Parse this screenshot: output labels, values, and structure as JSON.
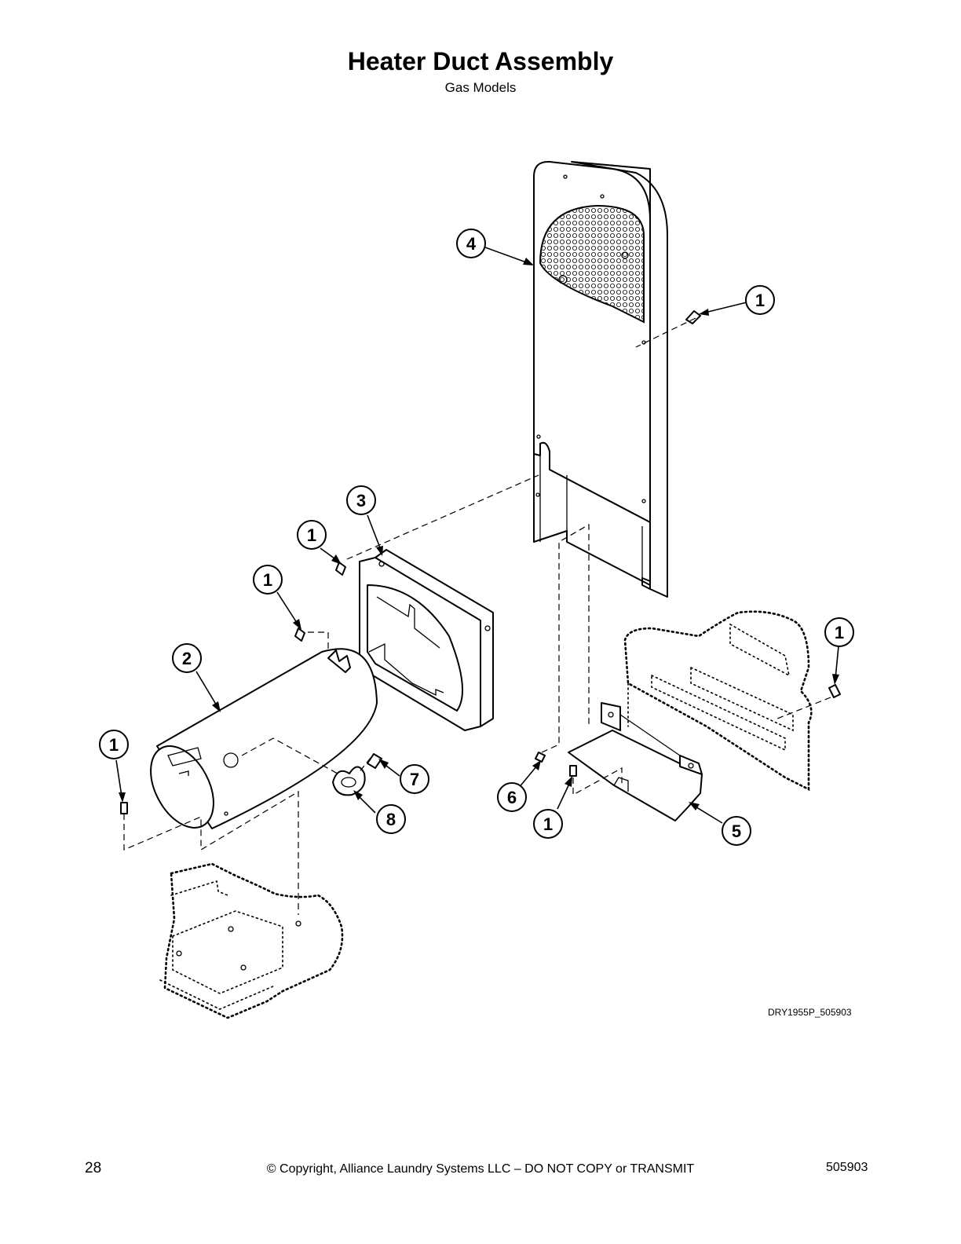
{
  "header": {
    "title": "Heater Duct Assembly",
    "subtitle": "Gas Models"
  },
  "callouts": [
    {
      "id": "c4",
      "label": "4"
    },
    {
      "id": "c1a",
      "label": "1"
    },
    {
      "id": "c3",
      "label": "3"
    },
    {
      "id": "c1b",
      "label": "1"
    },
    {
      "id": "c1c",
      "label": "1"
    },
    {
      "id": "c2",
      "label": "2"
    },
    {
      "id": "c1d",
      "label": "1"
    },
    {
      "id": "c7",
      "label": "7"
    },
    {
      "id": "c8",
      "label": "8"
    },
    {
      "id": "c6",
      "label": "6"
    },
    {
      "id": "c1e",
      "label": "1"
    },
    {
      "id": "c5",
      "label": "5"
    },
    {
      "id": "c1f",
      "label": "1"
    }
  ],
  "drawing_id": "DRY1955P_505903",
  "footer": {
    "page_number": "28",
    "copyright": "© Copyright, Alliance Laundry Systems LLC – DO NOT COPY or TRANSMIT",
    "doc_number": "505903"
  }
}
